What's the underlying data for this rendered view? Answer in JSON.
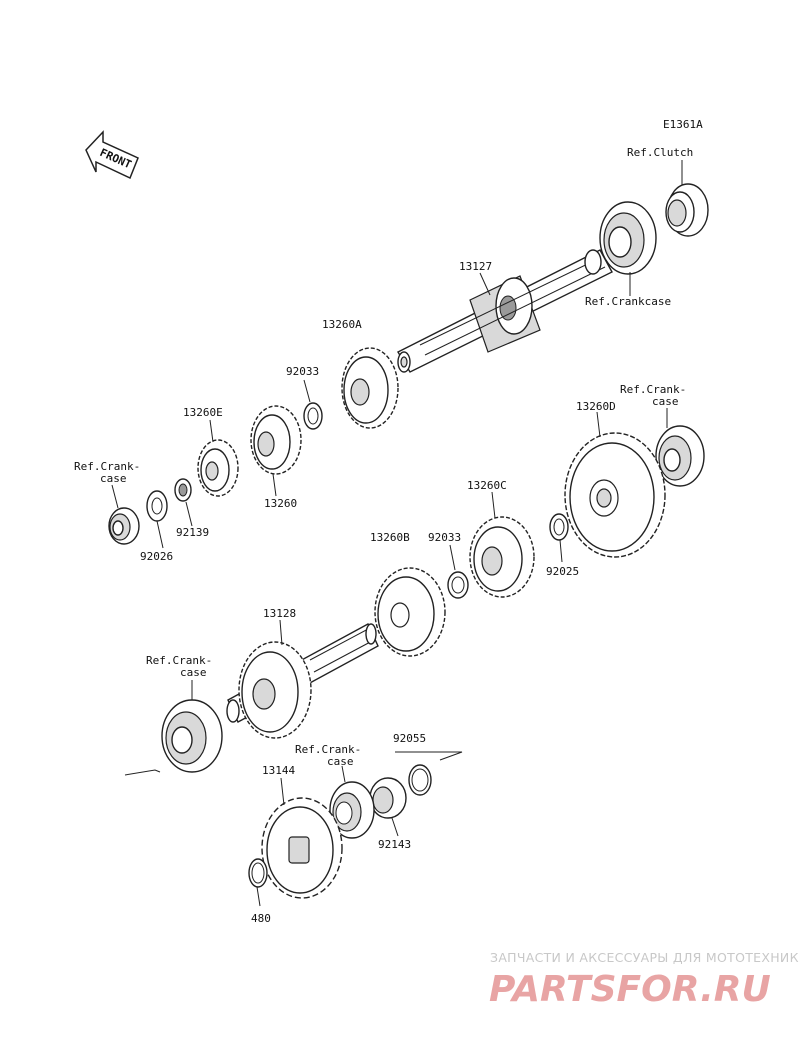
{
  "diagram_code": "E1361A",
  "front_label": "FRONT",
  "labels": {
    "ref_clutch": "Ref.Clutch",
    "ref_crankcase_top": "Ref.Crankcase",
    "p13127": "13127",
    "p13260A": "13260A",
    "p92033_top": "92033",
    "p13260E": "13260E",
    "p13260": "13260",
    "ref_crank_left_1": "Ref.Crank-",
    "ref_crank_left_2": "case",
    "p92139": "92139",
    "p92026": "92026",
    "ref_crank_right_1": "Ref.Crank-",
    "ref_crank_right_2": "case",
    "p13260D": "13260D",
    "p13260C": "13260C",
    "p92025": "92025",
    "p13260B": "13260B",
    "p92033_mid": "92033",
    "p13128": "13128",
    "ref_crank_lower_1": "Ref.Crank-",
    "ref_crank_lower_2": "case",
    "p92055": "92055",
    "ref_crank_bottom_1": "Ref.Crank-",
    "ref_crank_bottom_2": "case",
    "p13144": "13144",
    "p92143": "92143",
    "p480": "480"
  },
  "watermark": {
    "tagline": "ЗАПЧАСТИ И АКСЕССУАРЫ ДЛЯ МОТОТЕХНИКИ",
    "brand": "PARTSFOR.RU"
  }
}
